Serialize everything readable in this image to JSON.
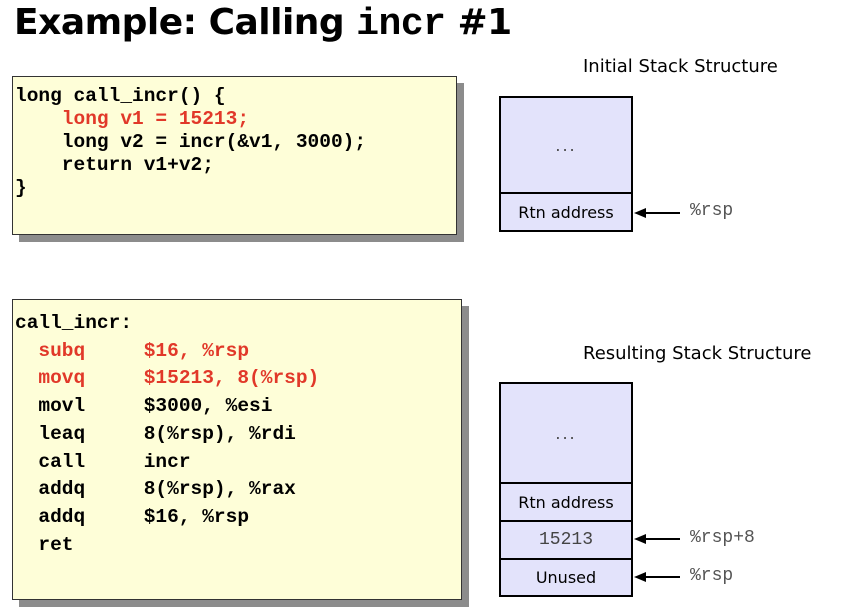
{
  "title": {
    "prefix": "Example: Calling ",
    "func": "incr",
    "suffix": " #1"
  },
  "c_code": [
    {
      "text": "long call_incr() {",
      "highlight": false
    },
    {
      "text": "    long v1 = 15213;",
      "highlight": true
    },
    {
      "text": "    long v2 = incr(&v1, 3000);",
      "highlight": false
    },
    {
      "text": "    return v1+v2;",
      "highlight": false
    },
    {
      "text": "}",
      "highlight": false
    }
  ],
  "asm_code": [
    {
      "text": "call_incr:",
      "highlight": false
    },
    {
      "text": "  subq     $16, %rsp",
      "highlight": true
    },
    {
      "text": "  movq     $15213, 8(%rsp)",
      "highlight": true
    },
    {
      "text": "  movl     $3000, %esi",
      "highlight": false
    },
    {
      "text": "  leaq     8(%rsp), %rdi",
      "highlight": false
    },
    {
      "text": "  call     incr",
      "highlight": false
    },
    {
      "text": "  addq     8(%rsp), %rax",
      "highlight": false
    },
    {
      "text": "  addq     $16, %rsp",
      "highlight": false
    },
    {
      "text": "  ret",
      "highlight": false
    }
  ],
  "initial_stack": {
    "label": "Initial Stack Structure",
    "cells": [
      {
        "text": "...",
        "kind": "dots"
      },
      {
        "text": "Rtn address",
        "kind": "text",
        "pointer": "%rsp"
      }
    ]
  },
  "resulting_stack": {
    "label": "Resulting Stack Structure",
    "cells": [
      {
        "text": "...",
        "kind": "dots"
      },
      {
        "text": "Rtn address",
        "kind": "text"
      },
      {
        "text": "15213",
        "kind": "mono",
        "pointer": "%rsp+8"
      },
      {
        "text": "Unused",
        "kind": "text",
        "pointer": "%rsp"
      }
    ]
  },
  "colors": {
    "highlight": "#e13829",
    "code_bg": "#fefed8",
    "stack_bg": "#e3e3fb"
  }
}
